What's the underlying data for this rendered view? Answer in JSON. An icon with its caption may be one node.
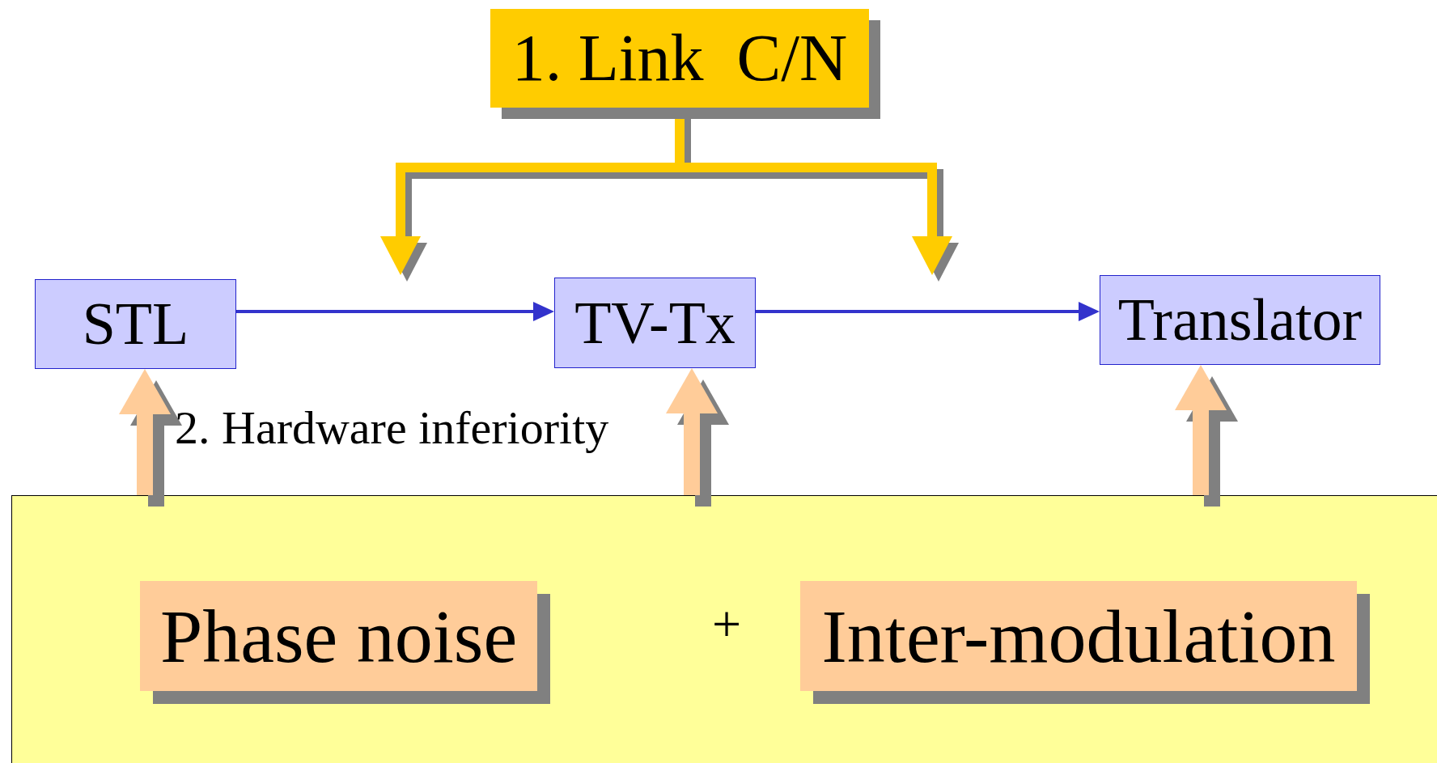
{
  "diagram": {
    "nodes": [
      {
        "text": [
          "1. Link  C/N"
        ]
      },
      {
        "text": [
          "STL"
        ]
      },
      {
        "text": [
          "TV-Tx"
        ]
      },
      {
        "text": [
          "Translator"
        ]
      },
      {
        "text": [],
        "shape": "box"
      },
      {
        "text": [
          "Phase noise"
        ],
        "in": 4
      },
      {
        "text": [
          "Inter-modulation"
        ],
        "in": 4
      }
    ],
    "edges": [
      {
        "from": 0,
        "to": null,
        "arrow": "to",
        "color": "#ffcc00"
      },
      {
        "from": 0,
        "to": null,
        "arrow": "to",
        "color": "#ffcc00"
      },
      {
        "from": 1,
        "to": 2,
        "arrow": "to",
        "color": "#3333cc"
      },
      {
        "from": 2,
        "to": 3,
        "arrow": "to",
        "color": "#3333cc"
      },
      {
        "from": 4,
        "to": 1,
        "arrow": "to",
        "color": "#ffcc99"
      },
      {
        "from": 4,
        "to": 2,
        "arrow": "to",
        "color": "#ffcc99"
      },
      {
        "from": 4,
        "to": 3,
        "arrow": "to",
        "color": "#ffcc99"
      }
    ],
    "labels": [
      "2. Hardware inferiority",
      "+"
    ]
  }
}
